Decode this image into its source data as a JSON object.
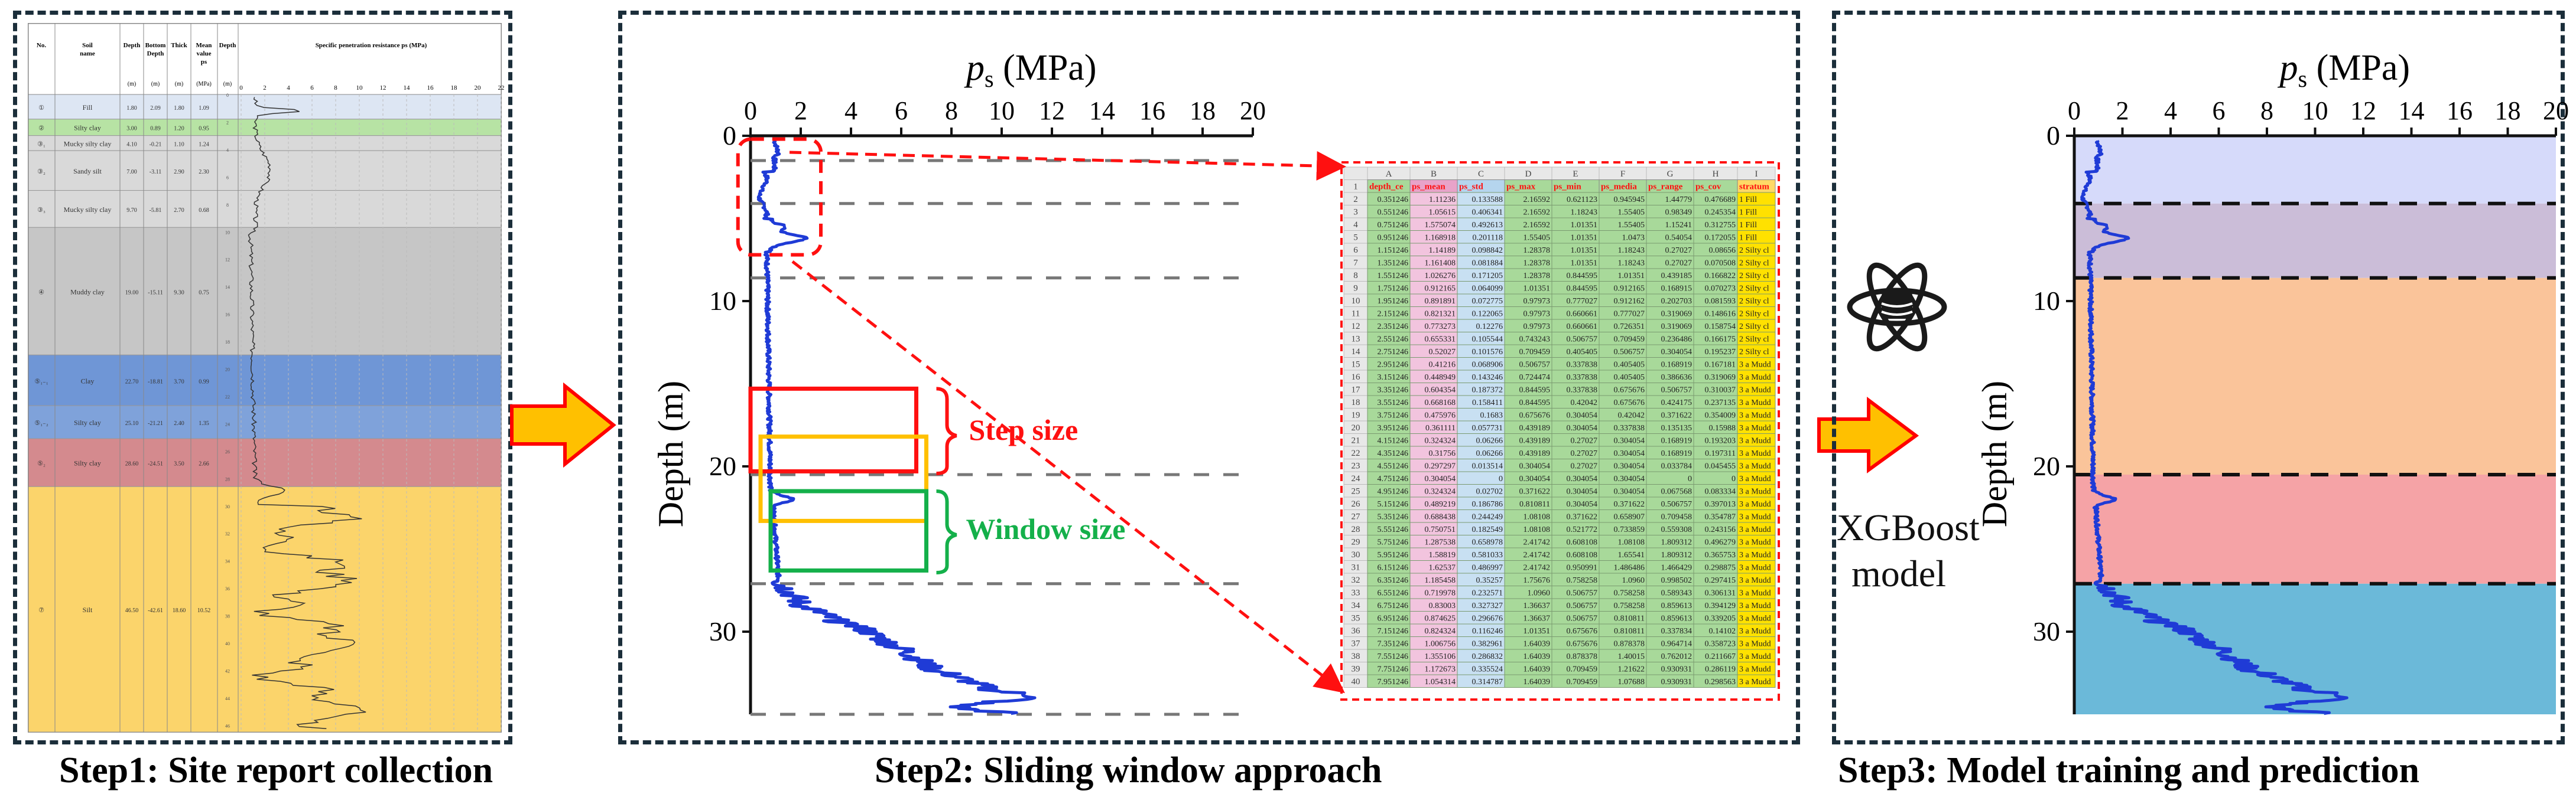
{
  "step_titles": {
    "step1": "Step1: Site report collection",
    "step2": "Step2: Sliding window approach",
    "step3": "Step3: Model training and prediction"
  },
  "report": {
    "headers": [
      "No.",
      "Soil name",
      "Depth",
      "Bottom Depth",
      "Thick",
      "Mean value ps",
      "Depth",
      "Specific penetration resistance ps (MPa)"
    ],
    "units": [
      "(m)",
      "(m)",
      "(m)",
      "(MPa)",
      "(m)"
    ],
    "scale_ticks": [
      "0",
      "2",
      "4",
      "6",
      "8",
      "10",
      "12",
      "14",
      "16",
      "18",
      "20",
      "22"
    ],
    "layers": [
      {
        "no": "①",
        "name": "Fill",
        "depth": "1.80",
        "bottom": "2.09",
        "thick": "1.80",
        "ps": "1.09",
        "color": "#dde6f3"
      },
      {
        "no": "②",
        "name": "Silty clay",
        "depth": "3.00",
        "bottom": "0.89",
        "thick": "1.20",
        "ps": "0.95",
        "color": "#b7e3a4"
      },
      {
        "no": "③₁",
        "name": "Mucky silty clay",
        "depth": "4.10",
        "bottom": "-0.21",
        "thick": "1.10",
        "ps": "1.24",
        "color": "#d9d9d9"
      },
      {
        "no": "③₂",
        "name": "Sandy silt",
        "depth": "7.00",
        "bottom": "-3.11",
        "thick": "2.90",
        "ps": "2.30",
        "color": "#d9d9d9"
      },
      {
        "no": "③₃",
        "name": "Mucky silty clay",
        "depth": "9.70",
        "bottom": "-5.81",
        "thick": "2.70",
        "ps": "0.68",
        "color": "#d9d9d9"
      },
      {
        "no": "④",
        "name": "Muddy clay",
        "depth": "19.00",
        "bottom": "-15.11",
        "thick": "9.30",
        "ps": "0.75",
        "color": "#c6c6c6"
      },
      {
        "no": "⑤₁₋₁",
        "name": "Clay",
        "depth": "22.70",
        "bottom": "-18.81",
        "thick": "3.70",
        "ps": "0.99",
        "color": "#6f96d6"
      },
      {
        "no": "⑤₁₋₂",
        "name": "Silty clay",
        "depth": "25.10",
        "bottom": "-21.21",
        "thick": "2.40",
        "ps": "1.35",
        "color": "#7fa2da"
      },
      {
        "no": "⑤₂",
        "name": "Silty clay",
        "depth": "28.60",
        "bottom": "-24.51",
        "thick": "3.50",
        "ps": "2.66",
        "color": "#d48a8e"
      },
      {
        "no": "⑦",
        "name": "Silt",
        "depth": "46.50",
        "bottom": "-42.61",
        "thick": "18.60",
        "ps": "10.52",
        "color": "#fbd46b"
      }
    ]
  },
  "middle_plot": {
    "x_label_italic": "p",
    "x_label_sub": "s",
    "x_label_unit": " (MPa)",
    "y_label": "Depth (m)",
    "x_ticks": [
      "0",
      "2",
      "4",
      "6",
      "8",
      "10",
      "12",
      "14",
      "16",
      "18",
      "20"
    ],
    "y_ticks": [
      "0",
      "10",
      "20",
      "30"
    ],
    "step_size_label": "Step size",
    "window_size_label": "Window size"
  },
  "sheet": {
    "col_letters": [
      "",
      "A",
      "B",
      "C",
      "D",
      "E",
      "F",
      "G",
      "H",
      "I"
    ],
    "headers": [
      "depth_ce",
      "ps_mean",
      "ps_std",
      "ps_max",
      "ps_min",
      "ps_media",
      "ps_range",
      "ps_cov",
      "stratum"
    ],
    "rows": [
      [
        "0.351246",
        "1.11236",
        "0.133588",
        "2.16592",
        "0.621123",
        "0.945945",
        "1.44779",
        "0.476689",
        "1 Fill"
      ],
      [
        "0.551246",
        "1.05615",
        "0.406341",
        "2.16592",
        "1.18243",
        "1.55405",
        "0.98349",
        "0.245354",
        "1 Fill"
      ],
      [
        "0.751246",
        "1.575074",
        "0.492613",
        "2.16592",
        "1.01351",
        "1.55405",
        "1.15241",
        "0.312755",
        "1 Fill"
      ],
      [
        "0.951246",
        "1.168918",
        "0.201118",
        "1.55405",
        "1.01351",
        "1.0473",
        "0.54054",
        "0.172055",
        "1 Fill"
      ],
      [
        "1.151246",
        "1.14189",
        "0.098842",
        "1.28378",
        "1.01351",
        "1.18243",
        "0.27027",
        "0.08656",
        "2 Silty cl"
      ],
      [
        "1.351246",
        "1.161408",
        "0.081884",
        "1.28378",
        "1.01351",
        "1.18243",
        "0.27027",
        "0.070508",
        "2 Silty cl"
      ],
      [
        "1.551246",
        "1.026276",
        "0.171205",
        "1.28378",
        "0.844595",
        "1.01351",
        "0.439185",
        "0.166822",
        "2 Silty cl"
      ],
      [
        "1.751246",
        "0.912165",
        "0.064099",
        "1.01351",
        "0.844595",
        "0.912165",
        "0.168915",
        "0.070273",
        "2 Silty cl"
      ],
      [
        "1.951246",
        "0.891891",
        "0.072775",
        "0.97973",
        "0.777027",
        "0.912162",
        "0.202703",
        "0.081593",
        "2 Silty cl"
      ],
      [
        "2.151246",
        "0.821321",
        "0.122065",
        "0.97973",
        "0.660661",
        "0.777027",
        "0.319069",
        "0.148616",
        "2 Silty cl"
      ],
      [
        "2.351246",
        "0.773273",
        "0.12276",
        "0.97973",
        "0.660661",
        "0.726351",
        "0.319069",
        "0.158754",
        "2 Silty cl"
      ],
      [
        "2.551246",
        "0.655331",
        "0.105544",
        "0.743243",
        "0.506757",
        "0.709459",
        "0.236486",
        "0.166175",
        "2 Silty cl"
      ],
      [
        "2.751246",
        "0.52027",
        "0.101576",
        "0.709459",
        "0.405405",
        "0.506757",
        "0.304054",
        "0.195237",
        "2 Silty cl"
      ],
      [
        "2.951246",
        "0.41216",
        "0.068906",
        "0.506757",
        "0.337838",
        "0.405405",
        "0.168919",
        "0.167181",
        "3 a Mudd"
      ],
      [
        "3.151246",
        "0.448949",
        "0.143246",
        "0.724474",
        "0.337838",
        "0.405405",
        "0.386636",
        "0.319069",
        "3 a Mudd"
      ],
      [
        "3.351246",
        "0.604354",
        "0.187372",
        "0.844595",
        "0.337838",
        "0.675676",
        "0.506757",
        "0.310037",
        "3 a Mudd"
      ],
      [
        "3.551246",
        "0.668168",
        "0.158411",
        "0.844595",
        "0.42042",
        "0.675676",
        "0.424175",
        "0.237135",
        "3 a Mudd"
      ],
      [
        "3.751246",
        "0.475976",
        "0.1683",
        "0.675676",
        "0.304054",
        "0.42042",
        "0.371622",
        "0.354009",
        "3 a Mudd"
      ],
      [
        "3.951246",
        "0.361111",
        "0.057731",
        "0.439189",
        "0.304054",
        "0.337838",
        "0.135135",
        "0.15988",
        "3 a Mudd"
      ],
      [
        "4.151246",
        "0.324324",
        "0.06266",
        "0.439189",
        "0.27027",
        "0.304054",
        "0.168919",
        "0.193203",
        "3 a Mudd"
      ],
      [
        "4.351246",
        "0.31756",
        "0.06266",
        "0.439189",
        "0.27027",
        "0.304054",
        "0.168919",
        "0.197311",
        "3 a Mudd"
      ],
      [
        "4.551246",
        "0.297297",
        "0.013514",
        "0.304054",
        "0.27027",
        "0.304054",
        "0.033784",
        "0.045455",
        "3 a Mudd"
      ],
      [
        "4.751246",
        "0.304054",
        "0",
        "0.304054",
        "0.304054",
        "0.304054",
        "0",
        "0",
        "3 a Mudd"
      ],
      [
        "4.951246",
        "0.324324",
        "0.02702",
        "0.371622",
        "0.304054",
        "0.304054",
        "0.067568",
        "0.083334",
        "3 a Mudd"
      ],
      [
        "5.151246",
        "0.489219",
        "0.186786",
        "0.810811",
        "0.304054",
        "0.371622",
        "0.506757",
        "0.397013",
        "3 a Mudd"
      ],
      [
        "5.351246",
        "0.688438",
        "0.244249",
        "1.08108",
        "0.371622",
        "0.658907",
        "0.709458",
        "0.354787",
        "3 a Mudd"
      ],
      [
        "5.551246",
        "0.750751",
        "0.182549",
        "1.08108",
        "0.521772",
        "0.733859",
        "0.559308",
        "0.243156",
        "3 a Mudd"
      ],
      [
        "5.751246",
        "1.287538",
        "0.658978",
        "2.41742",
        "0.608108",
        "1.08108",
        "1.809312",
        "0.496279",
        "3 a Mudd"
      ],
      [
        "5.951246",
        "1.58819",
        "0.581033",
        "2.41742",
        "0.608108",
        "1.65541",
        "1.809312",
        "0.365753",
        "3 a Mudd"
      ],
      [
        "6.151246",
        "1.62537",
        "0.486997",
        "2.41742",
        "0.950991",
        "1.486486",
        "1.466429",
        "0.298875",
        "3 a Mudd"
      ],
      [
        "6.351246",
        "1.185458",
        "0.35257",
        "1.75676",
        "0.758258",
        "1.0960",
        "0.998502",
        "0.297415",
        "3 a Mudd"
      ],
      [
        "6.551246",
        "0.719978",
        "0.232571",
        "1.0960",
        "0.506757",
        "0.758258",
        "0.589343",
        "0.306131",
        "3 a Mudd"
      ],
      [
        "6.751246",
        "0.83003",
        "0.327327",
        "1.36637",
        "0.506757",
        "0.758258",
        "0.859613",
        "0.394129",
        "3 a Mudd"
      ],
      [
        "6.951246",
        "0.874625",
        "0.296676",
        "1.36637",
        "0.506757",
        "0.810811",
        "0.859613",
        "0.339205",
        "3 a Mudd"
      ],
      [
        "7.151246",
        "0.824324",
        "0.116246",
        "1.01351",
        "0.675676",
        "0.810811",
        "0.337834",
        "0.14102",
        "3 a Mudd"
      ],
      [
        "7.351246",
        "1.006756",
        "0.382961",
        "1.64039",
        "0.675676",
        "0.878378",
        "0.964714",
        "0.358723",
        "3 a Mudd"
      ],
      [
        "7.551246",
        "1.355106",
        "0.286832",
        "1.64039",
        "0.878378",
        "1.40015",
        "0.762012",
        "0.211667",
        "3 a Mudd"
      ],
      [
        "7.751246",
        "1.172673",
        "0.335524",
        "1.64039",
        "0.709459",
        "1.21622",
        "0.930931",
        "0.286119",
        "3 a Mudd"
      ],
      [
        "7.951246",
        "1.054314",
        "0.314787",
        "1.64039",
        "0.709459",
        "1.07688",
        "0.930931",
        "0.298563",
        "3 a Mudd"
      ]
    ]
  },
  "model": {
    "line1": "XGBoost",
    "line2": "model",
    "icon": "xgboost-atom-database-icon"
  },
  "right_plot": {
    "x_label_italic": "p",
    "x_label_sub": "s",
    "x_label_unit": " (MPa)",
    "y_label": "Depth (m)",
    "x_ticks": [
      "0",
      "2",
      "4",
      "6",
      "8",
      "10",
      "12",
      "14",
      "16",
      "18",
      "20"
    ],
    "y_ticks": [
      "0",
      "10",
      "20",
      "30"
    ],
    "layer_colors": [
      "#d6dafa",
      "#cbbdd8",
      "#fac49a",
      "#f5a3a6",
      "#6bb9d9"
    ]
  },
  "colors": {
    "panel_border": "#1b2e3a",
    "curve": "#1f3bd6",
    "arrow_fill": "#ffc000",
    "arrow_stroke": "#ff0000",
    "step_box": "#ff1010",
    "window_box_1": "#ffc000",
    "window_box_2": "#14b04a",
    "label_red": "#ff1010",
    "label_green": "#14b04a"
  }
}
